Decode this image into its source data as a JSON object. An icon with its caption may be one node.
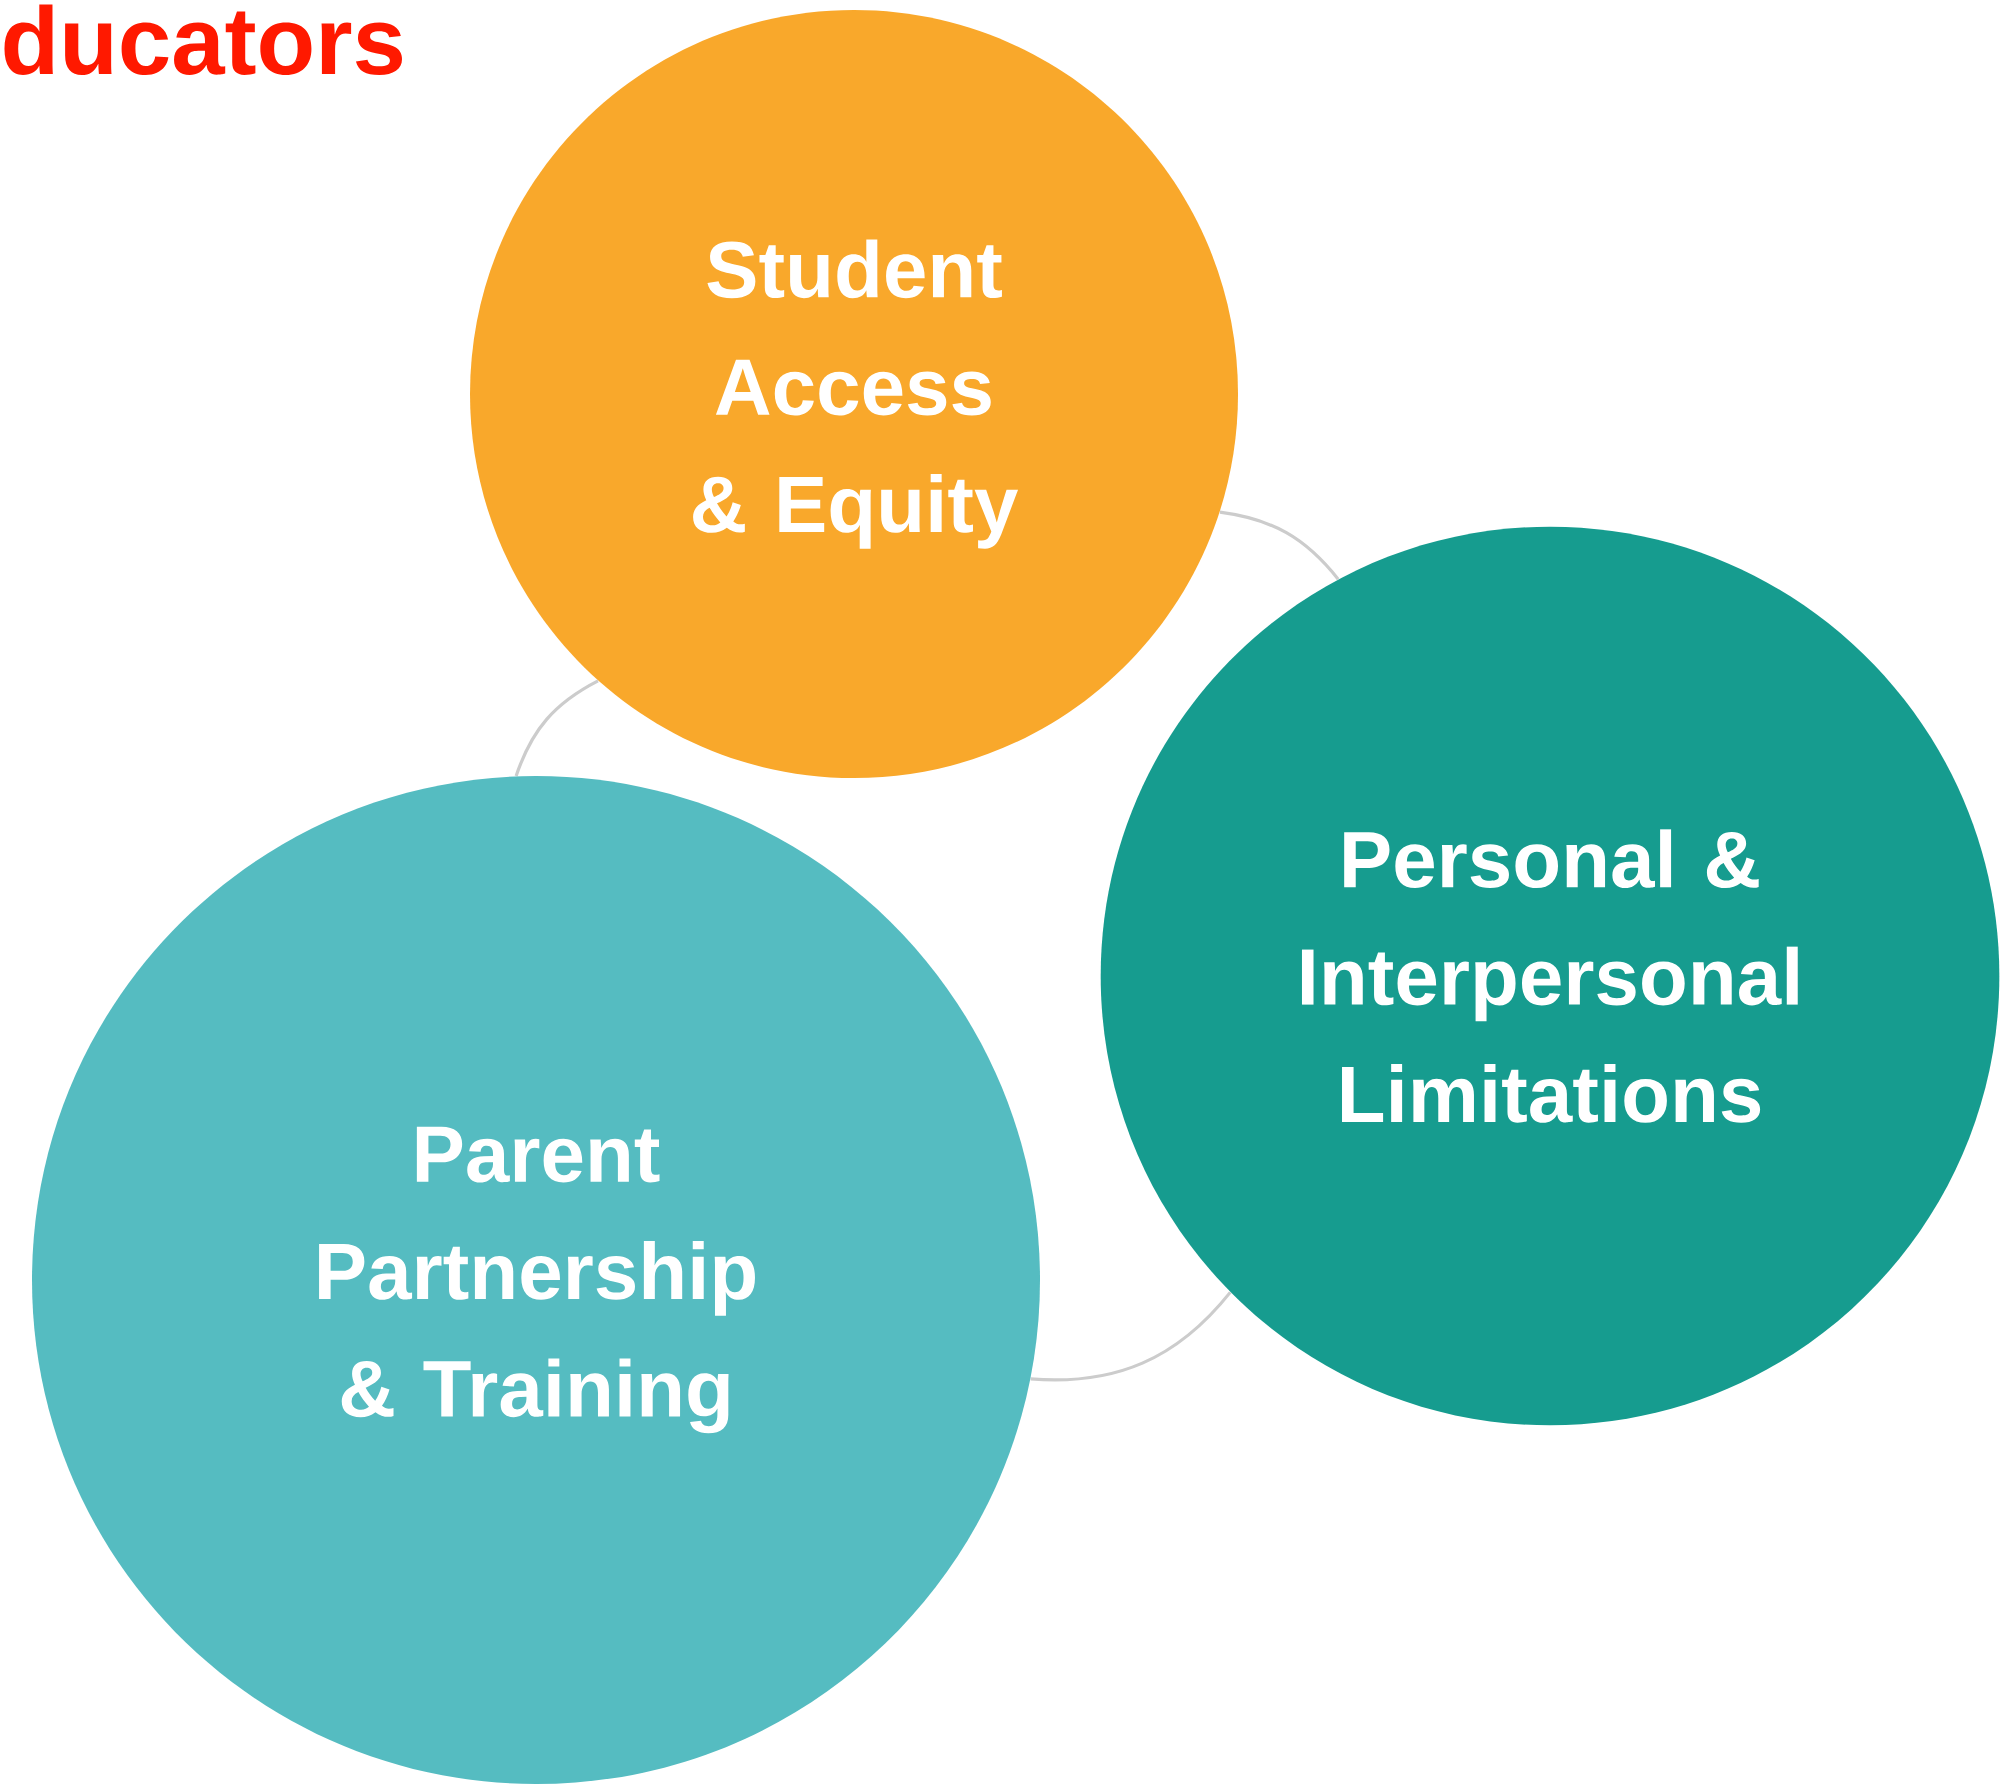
{
  "diagram": {
    "title": "ducators",
    "nodes": [
      {
        "text": [
          "Student Access & Equity"
        ]
      },
      {
        "text": [
          "Personal & Interpersonal Limitations"
        ]
      },
      {
        "text": [
          "Parent Partnership & Training"
        ]
      }
    ],
    "edges": [
      {
        "from": 0,
        "to": 1,
        "arrow": "none",
        "color": "#cccccc"
      },
      {
        "from": 1,
        "to": 2,
        "arrow": "none",
        "color": "#cccccc"
      },
      {
        "from": 2,
        "to": 0,
        "arrow": "none",
        "color": "#cccccc"
      }
    ]
  }
}
